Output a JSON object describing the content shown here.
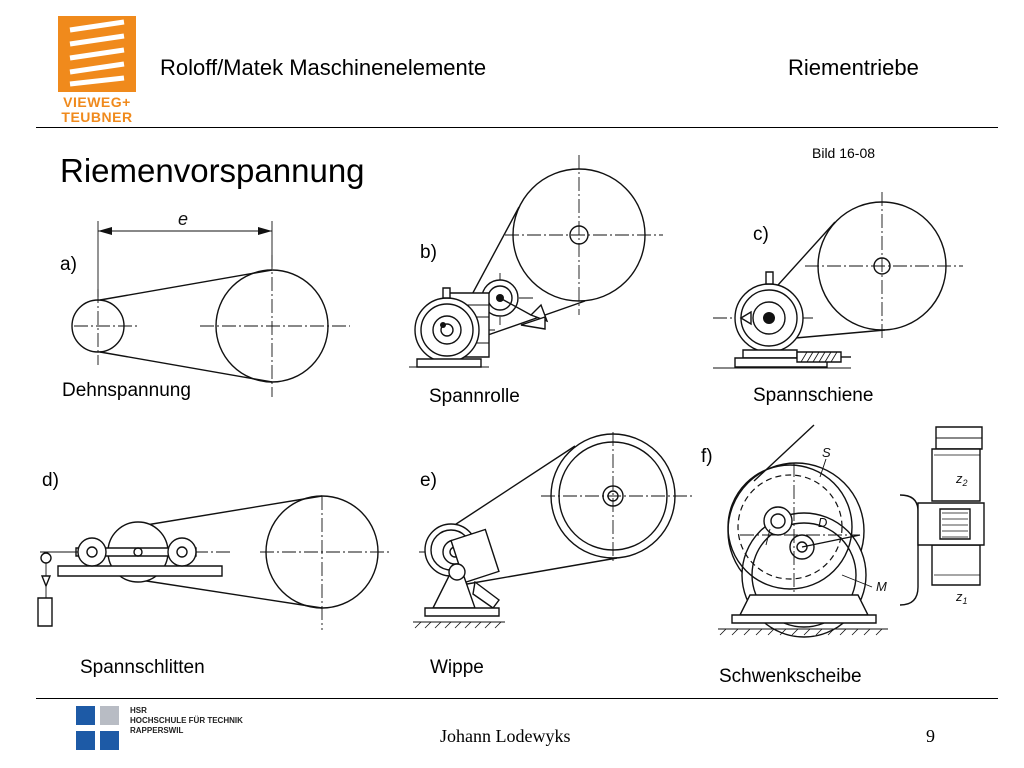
{
  "header": {
    "logo_line1": "VIEWEG+",
    "logo_line2": "TEUBNER",
    "book_title": "Roloff/Matek Maschinenelemente",
    "chapter": "Riementriebe"
  },
  "figure_ref": "Bild 16-08",
  "slide_title": "Riemenvorspannung",
  "panels": {
    "a": {
      "letter": "a)",
      "caption": "Dehnspannung",
      "dim_label": "e"
    },
    "b": {
      "letter": "b)",
      "caption": "Spannrolle"
    },
    "c": {
      "letter": "c)",
      "caption": "Spannschiene"
    },
    "d": {
      "letter": "d)",
      "caption": "Spannschlitten"
    },
    "e": {
      "letter": "e)",
      "caption": "Wippe"
    },
    "f": {
      "letter": "f)",
      "caption": "Schwenkscheibe",
      "mark_s": "S",
      "mark_d": "D",
      "mark_m": "M",
      "mark_z2": "z",
      "mark_z2_sub": "2",
      "mark_z1": "z",
      "mark_z1_sub": "1"
    }
  },
  "footer": {
    "school_line1": "HSR",
    "school_line2": "HOCHSCHULE FÜR TECHNIK",
    "school_line3": "RAPPERSWIL",
    "author": "Johann Lodewyks",
    "page_number": "9"
  },
  "colors": {
    "logo_orange": "#F08A1C",
    "hsr_blue": "#1D5AA6",
    "hsr_grey": "#B8BCC4"
  }
}
